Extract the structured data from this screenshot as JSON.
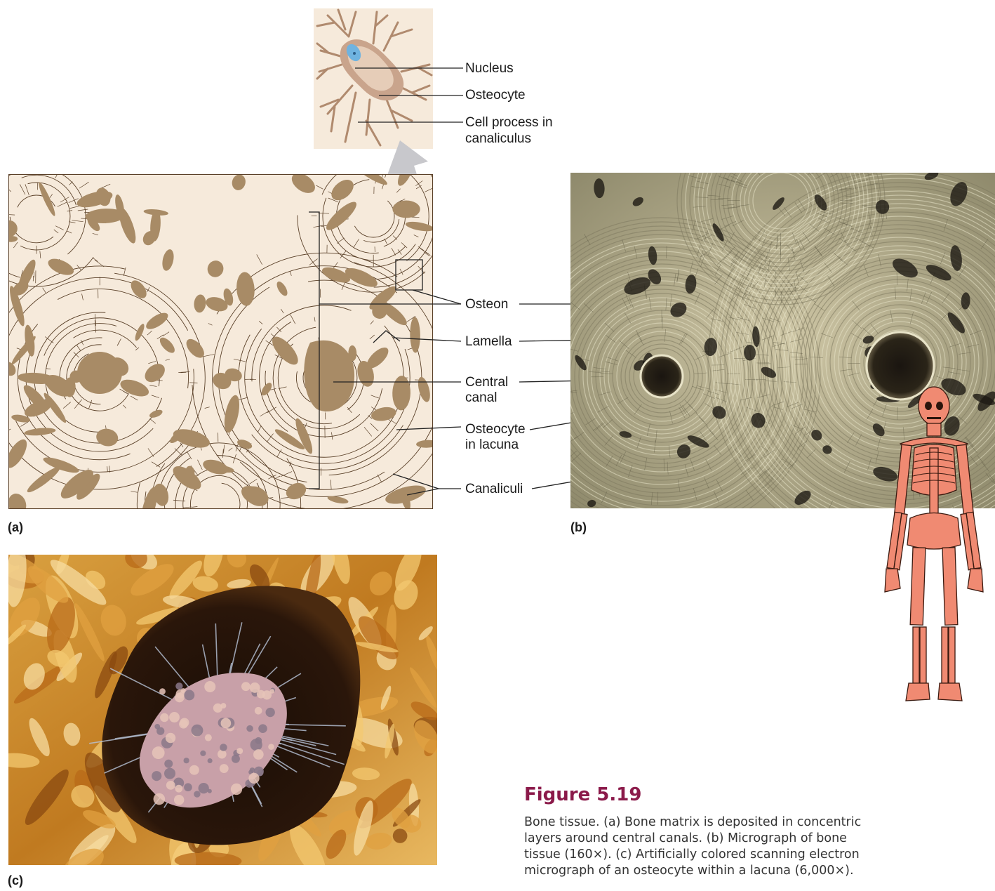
{
  "labels": {
    "nucleus": "Nucleus",
    "osteocyte": "Osteocyte",
    "cell_process_1": "Cell process in",
    "cell_process_2": "canaliculus",
    "osteon": "Osteon",
    "lamella": "Lamella",
    "central_canal_1": "Central",
    "central_canal_2": "canal",
    "osteocyte_lacuna_1": "Osteocyte",
    "osteocyte_lacuna_2": "in lacuna",
    "canaliculi": "Canaliculi"
  },
  "panels": {
    "a": "(a)",
    "b": "(b)",
    "c": "(c)"
  },
  "figure": {
    "title": "Figure 5.19",
    "caption_lines": [
      "Bone tissue. (a) Bone matrix is deposited in concentric",
      "layers around central canals. (b) Micrograph of bone",
      "tissue (160×). (c) Artificially colored scanning electron",
      "micrograph of an osteocyte within a lacuna (6,000×)."
    ]
  },
  "colors": {
    "matrix": "#f6eadb",
    "lacuna": "#a88b66",
    "line": "#5a4028",
    "nucleus": "#6fb3e0",
    "skeleton": "#f08a72",
    "title": "#8b1a4a",
    "arrow": "#c8c8cc"
  }
}
